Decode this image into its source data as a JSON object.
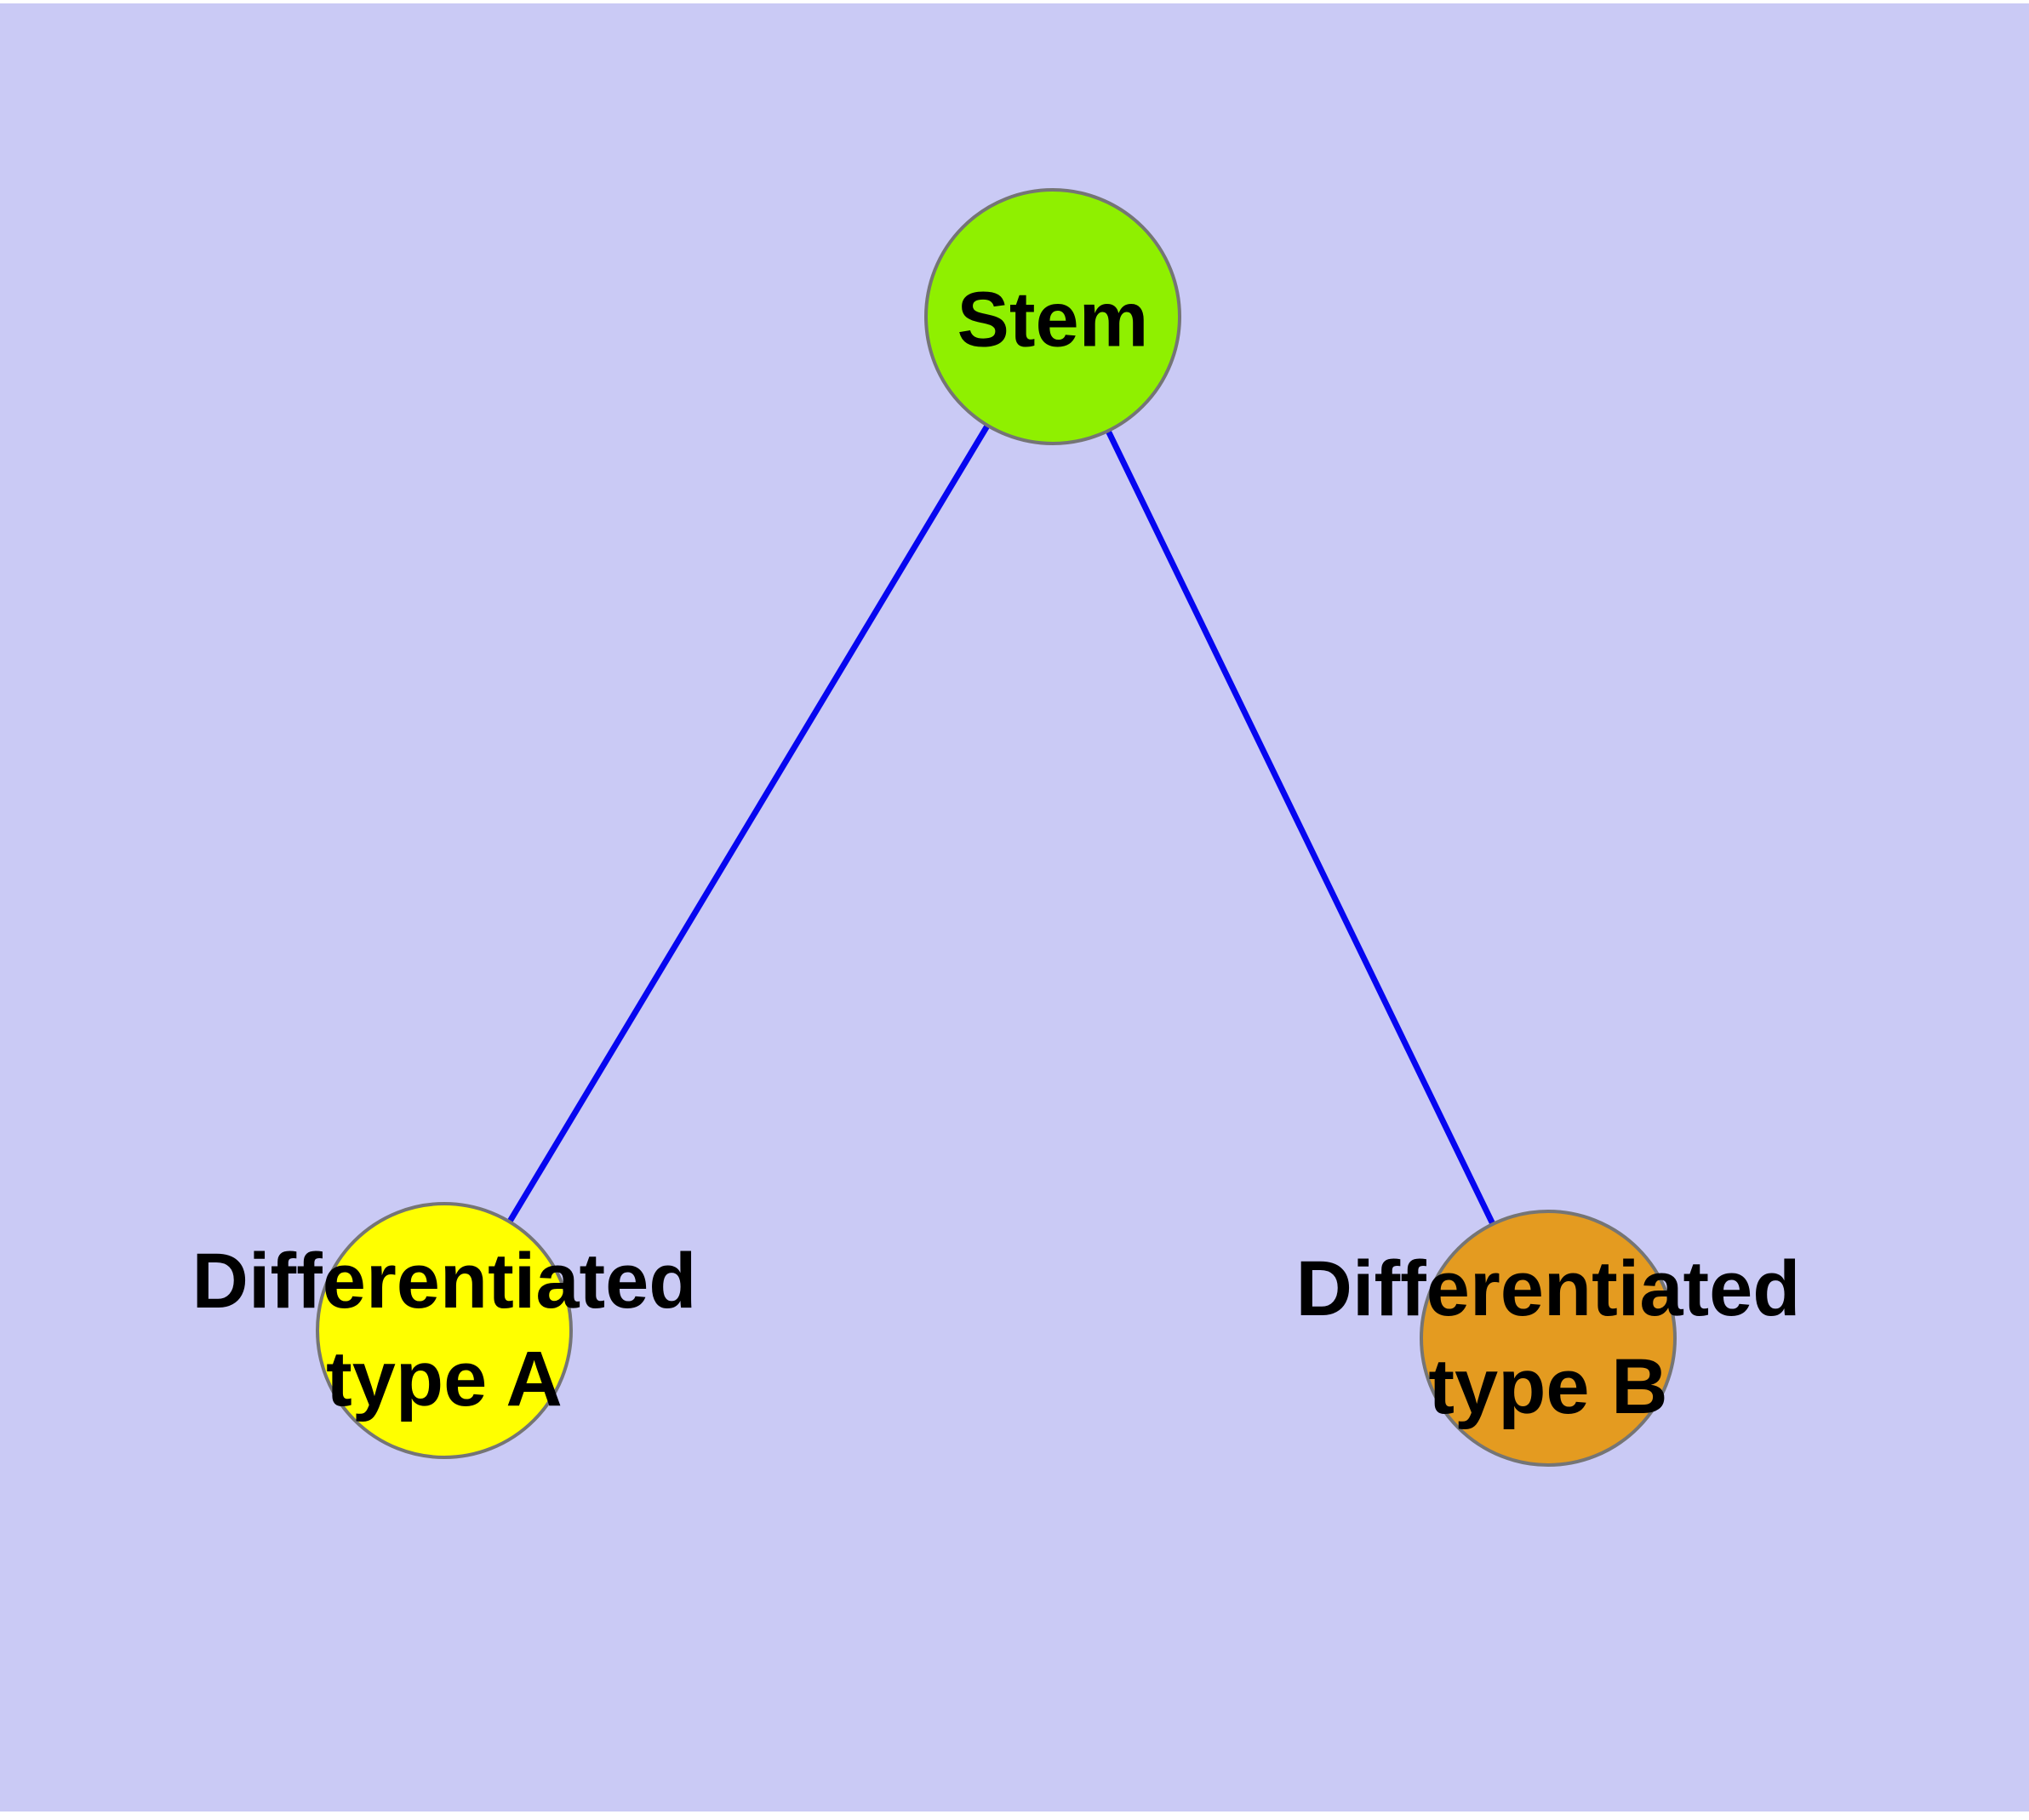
{
  "diagram": {
    "background_color": "#CACAF5",
    "edge_color": "#0606F0",
    "node_border_color": "#757575",
    "label_color": "#000000",
    "nodes": {
      "stem": {
        "label": "Stem",
        "fill": "#8FF000"
      },
      "type_a": {
        "label_line1": "Differentiated",
        "label_line2": "type A",
        "fill": "#FFFF00"
      },
      "type_b": {
        "label_line1": "Differentiated",
        "label_line2": "type B",
        "fill": "#E49B20"
      }
    },
    "edges": [
      {
        "from": "stem",
        "to": "type_a"
      },
      {
        "from": "stem",
        "to": "type_b"
      }
    ]
  }
}
